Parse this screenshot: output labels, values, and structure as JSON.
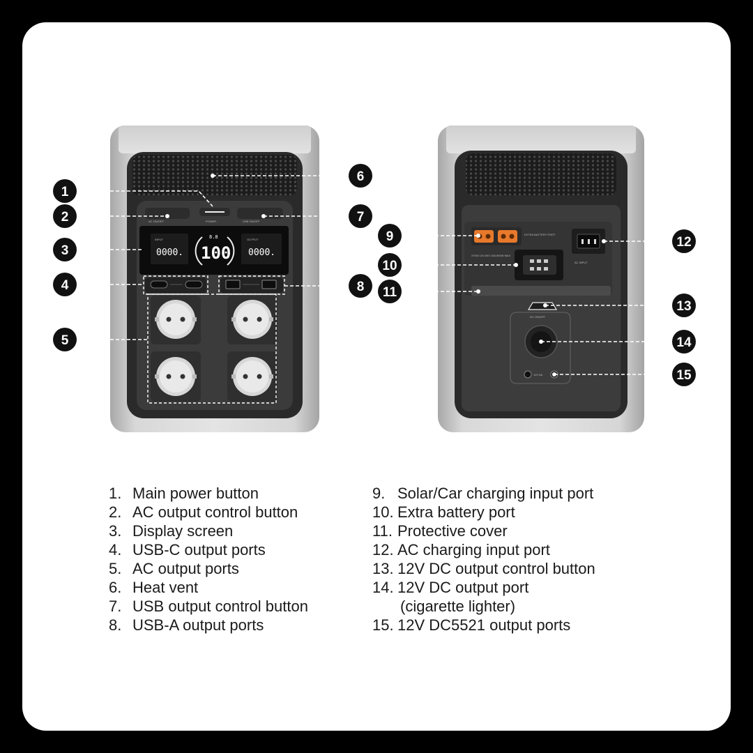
{
  "callouts": [
    "1",
    "2",
    "3",
    "4",
    "5",
    "6",
    "7",
    "8",
    "9",
    "10",
    "11",
    "12",
    "13",
    "14",
    "15"
  ],
  "legend_left": [
    {
      "num": "1.",
      "text": "Main power button"
    },
    {
      "num": "2.",
      "text": "AC output control button"
    },
    {
      "num": "3.",
      "text": "Display screen"
    },
    {
      "num": "4.",
      "text": "USB-C output ports"
    },
    {
      "num": "5.",
      "text": "AC output ports"
    },
    {
      "num": "6.",
      "text": "Heat vent"
    },
    {
      "num": "7.",
      "text": "USB output control button"
    },
    {
      "num": "8.",
      "text": "USB-A output ports"
    }
  ],
  "legend_right": [
    {
      "num": "9.",
      "text": "Solar/Car charging input port"
    },
    {
      "num": "10.",
      "text": "Extra battery port"
    },
    {
      "num": "11.",
      "text": "Protective cover"
    },
    {
      "num": "12.",
      "text": "AC charging input port"
    },
    {
      "num": "13.",
      "text": "12V DC output control button"
    },
    {
      "num": "14.",
      "text": "12V DC output port"
    },
    {
      "num": "15.",
      "text": "12V DC5521 output ports"
    }
  ],
  "legend_right_continuation": "(cigarette lighter)",
  "device_front": {
    "display_input": "0000.",
    "display_percent": "100",
    "display_output": "0000.",
    "display_top": "8.8",
    "label_input": "INPUT",
    "label_output": "OUTPUT",
    "label_power": "POWER",
    "label_ac": "AC ON/OFF",
    "label_usb": "USB ON/OFF"
  },
  "device_back": {
    "label_extra_battery": "EXTRA BATTERY PORT",
    "label_xt60": "XT60i 12V-60V 15A 800W MAX",
    "label_ac_in": "AC INPUT",
    "label_dc": "DC ON/OFF",
    "label_dc5521": "12V 5A"
  },
  "colors": {
    "background": "#000000",
    "card": "#ffffff",
    "callout": "#111111",
    "device_shell": "#c9c9c9",
    "panel": "#3a3a3a",
    "xt60_port": "#e8792b"
  }
}
